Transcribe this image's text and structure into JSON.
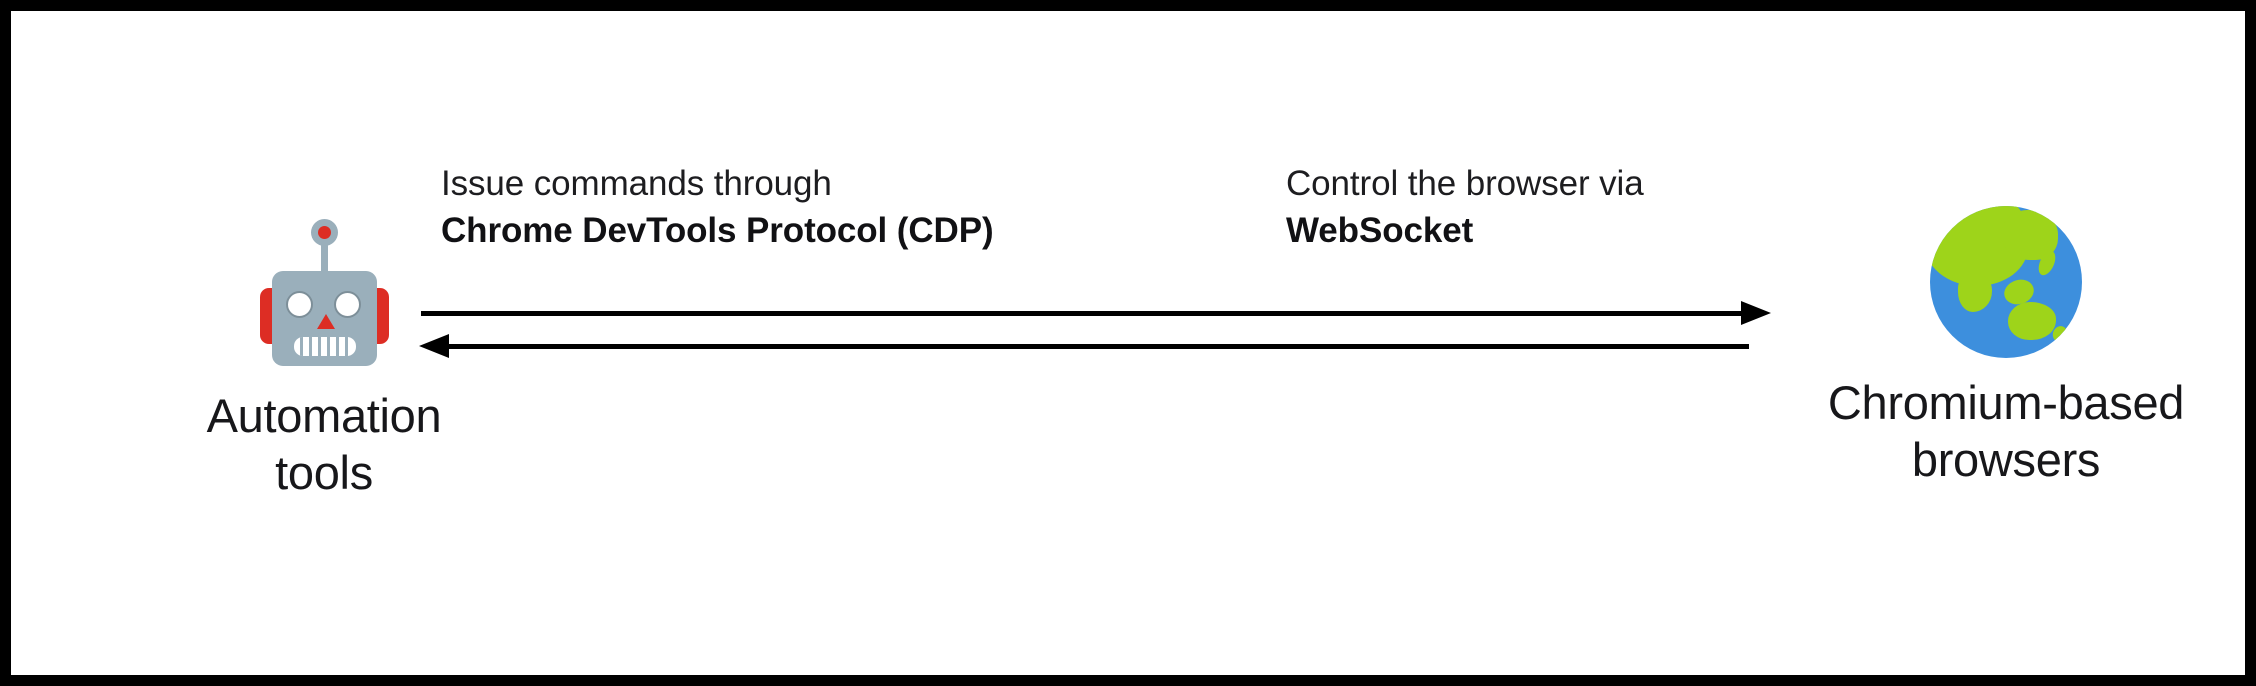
{
  "diagram": {
    "title": "Automation tools controlling Chromium-based browsers via CDP over WebSocket",
    "border_color": "#000000",
    "background_color": "#ffffff",
    "nodes": [
      {
        "id": "automation-tools",
        "icon": "robot-icon",
        "caption": "Automation\ntools",
        "caption_line_1": "Automation",
        "caption_line_2": "tools",
        "icon_colors": {
          "head": "#9aafbb",
          "ears": "#dd2d24",
          "eyes": "#ffffff",
          "nose": "#dd2d24",
          "antenna_dot": "#dd2d24"
        }
      },
      {
        "id": "chromium-browsers",
        "icon": "globe-icon",
        "caption": "Chromium-based\nbrowsers",
        "caption_line_1": "Chromium-based",
        "caption_line_2": "browsers",
        "icon_colors": {
          "ocean": "#3d8fdd",
          "land": "#9ed41a"
        }
      }
    ],
    "edges": [
      {
        "id": "tools-to-browser",
        "direction": "right",
        "label_line_1": "Issue commands through",
        "label_line_2": "Chrome DevTools Protocol (CDP)",
        "label_line_2_weight": "bold"
      },
      {
        "id": "browser-to-tools",
        "direction": "left",
        "label_line_1": "Control the browser via",
        "label_line_2": "WebSocket",
        "label_line_2_weight": "bold"
      }
    ]
  }
}
